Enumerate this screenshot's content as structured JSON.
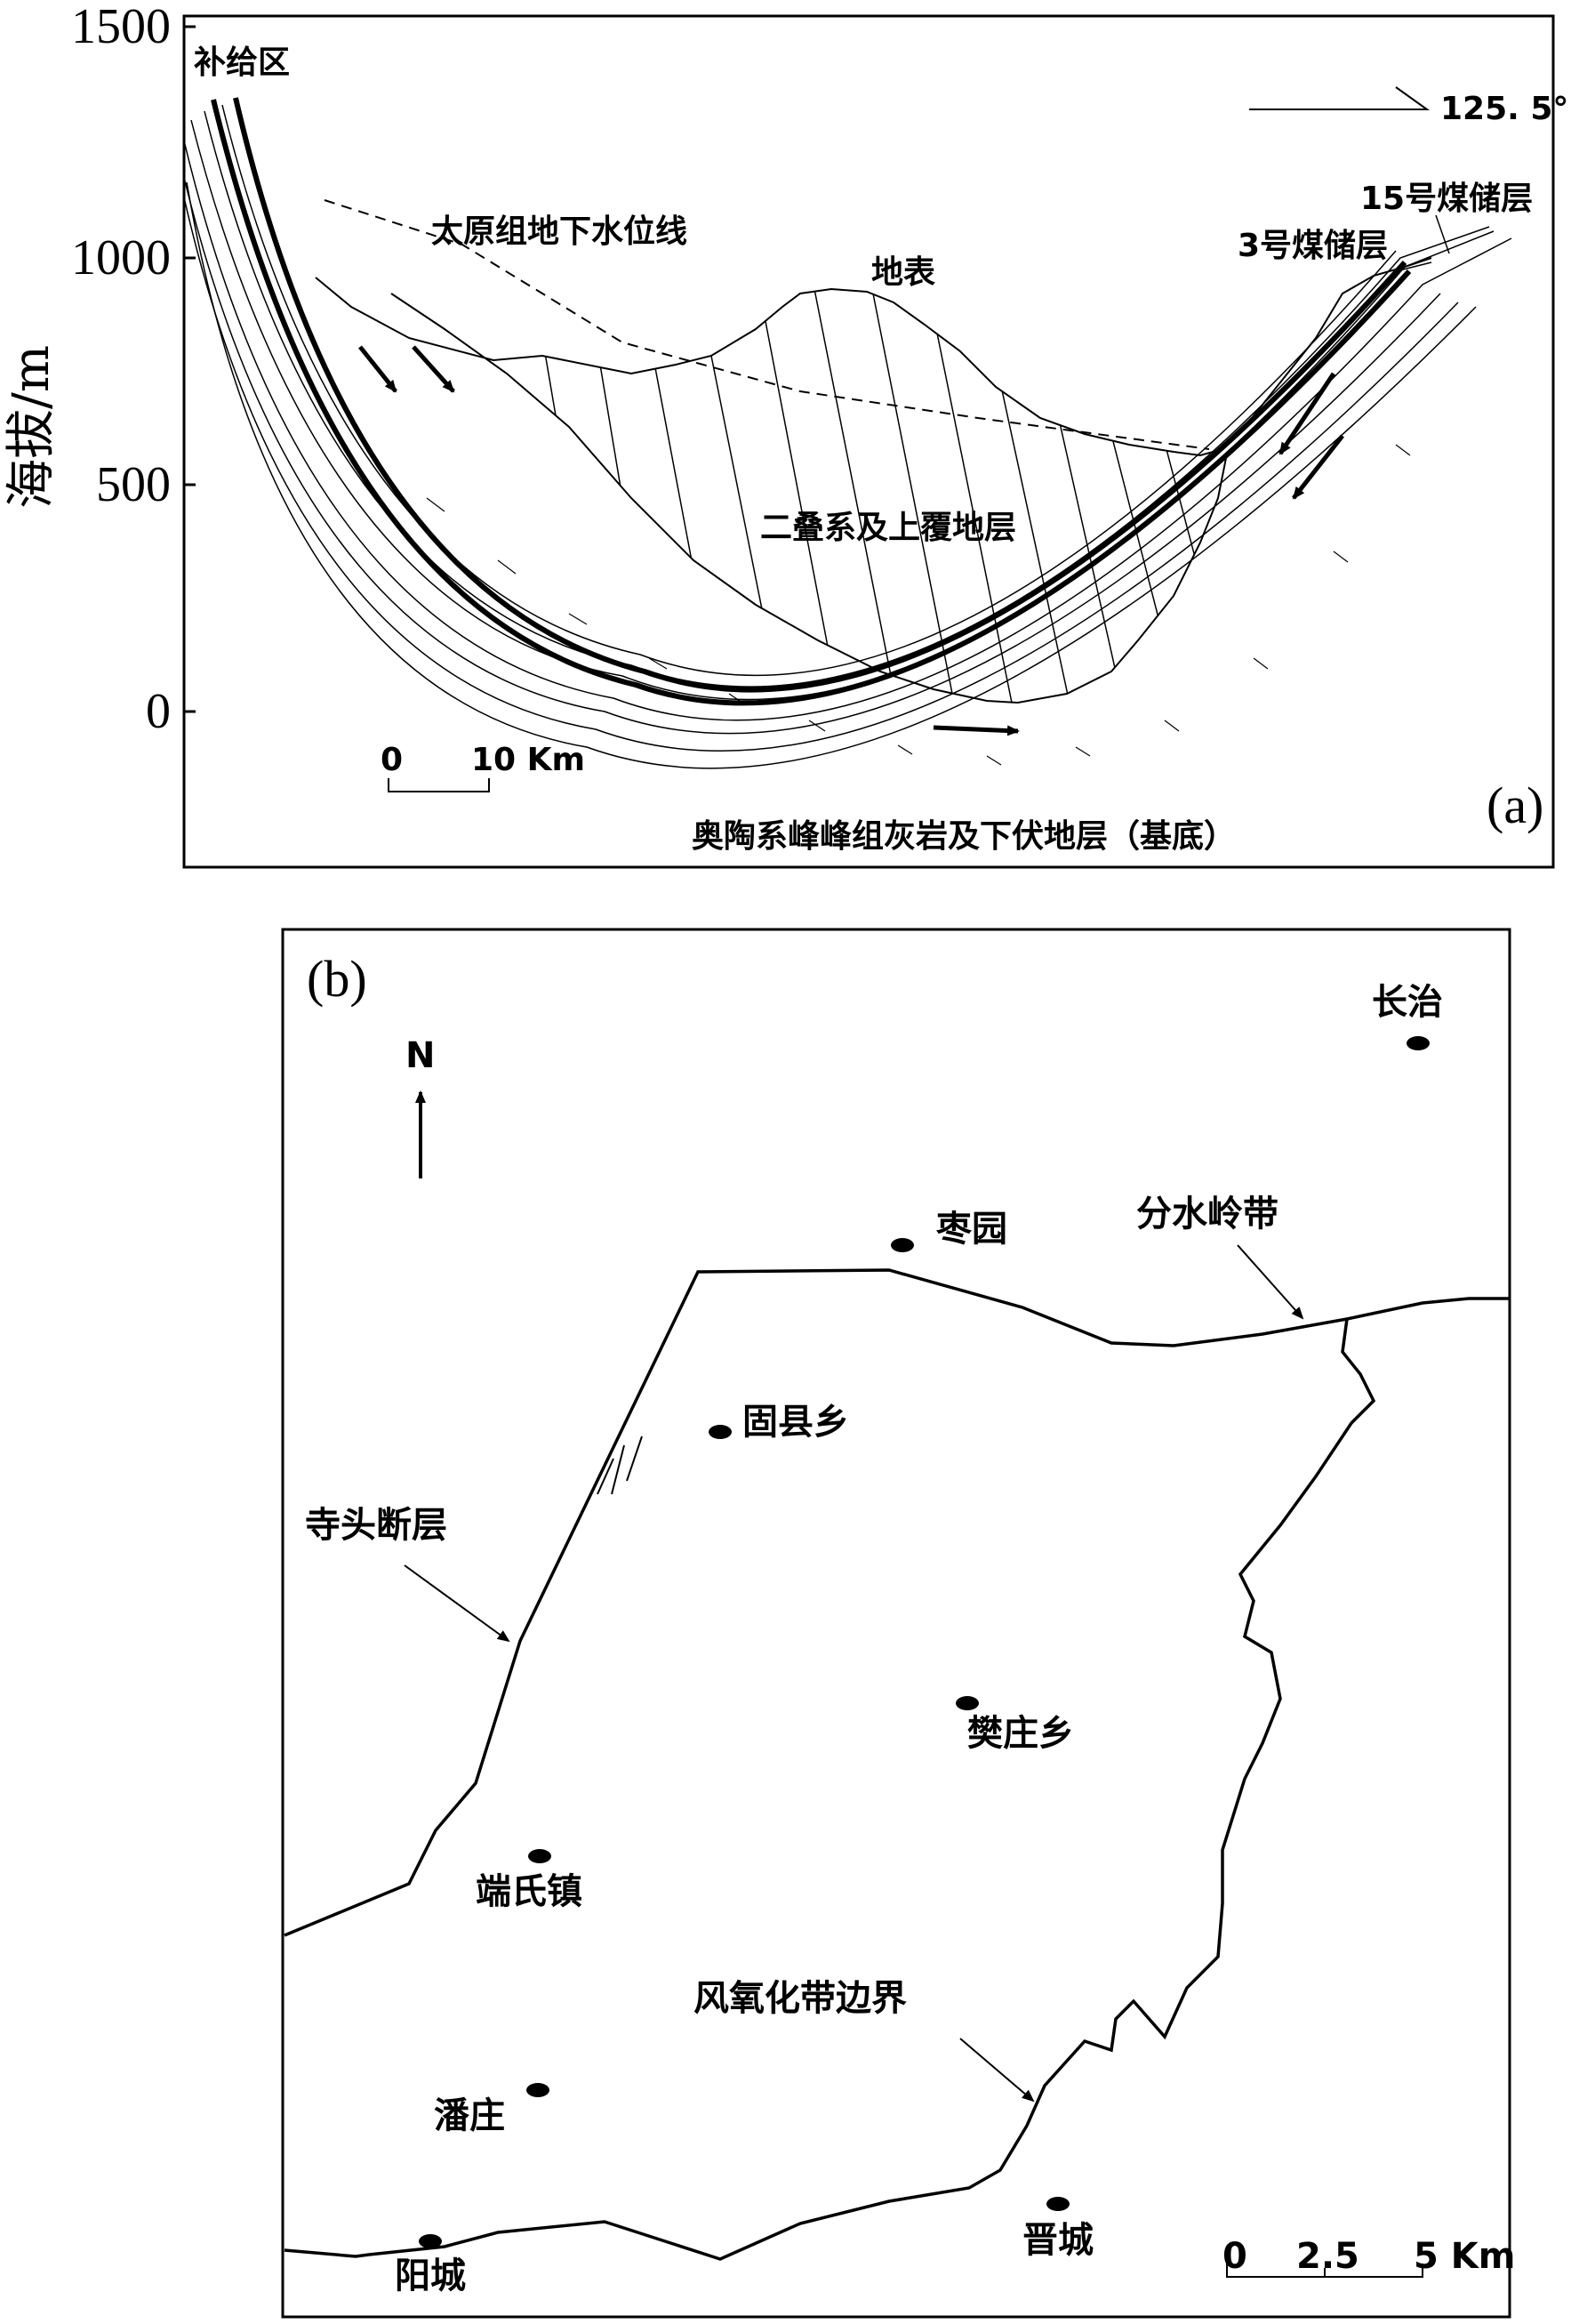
{
  "panel_a": {
    "tag": "(a)",
    "y_axis_label": "海拔/m",
    "y_ticks": [
      "1500",
      "1000",
      "500",
      "0"
    ],
    "labels": {
      "recharge": "补给区",
      "water_table": "太原组地下水位线",
      "surface": "地表",
      "permian": "二叠系及上覆地层",
      "seam15": "15号煤储层",
      "seam3": "3号煤储层",
      "basement": "奥陶系峰峰组灰岩及下伏地层（基底）",
      "azimuth": "125. 5°"
    },
    "scale": {
      "start": "0",
      "end": "10 Km"
    }
  },
  "panel_b": {
    "tag": "(b)",
    "north": "N",
    "places": {
      "changzhi": "长治",
      "zaoyuan": "枣园",
      "guxian": "固县乡",
      "fanzhuang": "樊庄乡",
      "duanshi": "端氏镇",
      "panzhuang": "潘庄",
      "yangcheng": "阳城",
      "jincheng": "晋城"
    },
    "features": {
      "divide": "分水岭带",
      "fault": "寺头断层",
      "weathering": "风氧化带边界"
    },
    "scale": {
      "start": "0",
      "mid": "2.5",
      "end": "5 Km"
    }
  }
}
